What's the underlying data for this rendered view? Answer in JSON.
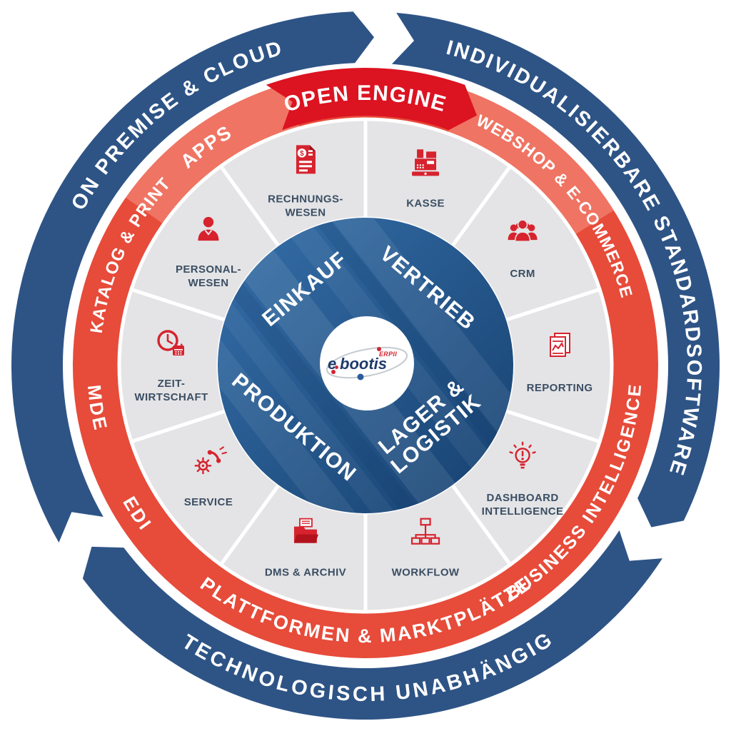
{
  "theme": {
    "dark_blue": "#2e5486",
    "ring_red": "#e74b3a",
    "ring_salmon": "#ef7463",
    "bright_red": "#dc1321",
    "segment_gray": "#e4e4e6",
    "icon_red": "#d6232e",
    "label_color": "#3b4e63",
    "core_blue_light": "#356fa9",
    "core_blue_dark": "#16406f"
  },
  "outer_ring": {
    "labels": {
      "standardsoftware": "INDIVIDUALISIERBARE STANDARDSOFTWARE",
      "technologie": "TECHNOLOGISCH UNABHÄNGIG",
      "premise": "ON PREMISE & CLOUD"
    }
  },
  "middle_ring": {
    "labels": {
      "open_engine": "OPEN ENGINE",
      "apps": "APPS",
      "webshop": "WEBSHOP & E-COMMERCE",
      "katalog": "KATALOG & PRINT",
      "mde": "MDE",
      "edi": "EDI",
      "plattformen": "PLATTFORMEN & MARKTPLÄTZE",
      "business_intelligence": "BUSINESS INTELLIGENCE"
    }
  },
  "main_ring": {
    "segments": [
      {
        "label_lines": [
          "RECHNUNGS-",
          "WESEN"
        ],
        "icon": "invoice-icon",
        "icon_glyph": "$"
      },
      {
        "label_lines": [
          "KASSE"
        ],
        "icon": "cash-register-icon"
      },
      {
        "label_lines": [
          "CRM"
        ],
        "icon": "people-group-icon"
      },
      {
        "label_lines": [
          "REPORTING"
        ],
        "icon": "report-pages-icon"
      },
      {
        "label_lines": [
          "DASHBOARD",
          "INTELLIGENCE"
        ],
        "icon": "idea-bulb-icon"
      },
      {
        "label_lines": [
          "WORKFLOW"
        ],
        "icon": "flowchart-icon"
      },
      {
        "label_lines": [
          "DMS & ARCHIV"
        ],
        "icon": "folder-archive-icon"
      },
      {
        "label_lines": [
          "SERVICE"
        ],
        "icon": "phone-gear-icon"
      },
      {
        "label_lines": [
          "ZEIT-",
          "WIRTSCHAFT"
        ],
        "icon": "clock-calendar-icon"
      },
      {
        "label_lines": [
          "PERSONAL-",
          "WESEN"
        ],
        "icon": "person-icon"
      }
    ]
  },
  "core": {
    "einkauf": "EINKAUF",
    "vertrieb": "VERTRIEB",
    "produktion": "PRODUKTION",
    "lager_line1": "LAGER &",
    "lager_line2": "LOGISTIK"
  },
  "brand": {
    "word1": "e",
    "word2": "bootis",
    "product": "ERPII"
  }
}
